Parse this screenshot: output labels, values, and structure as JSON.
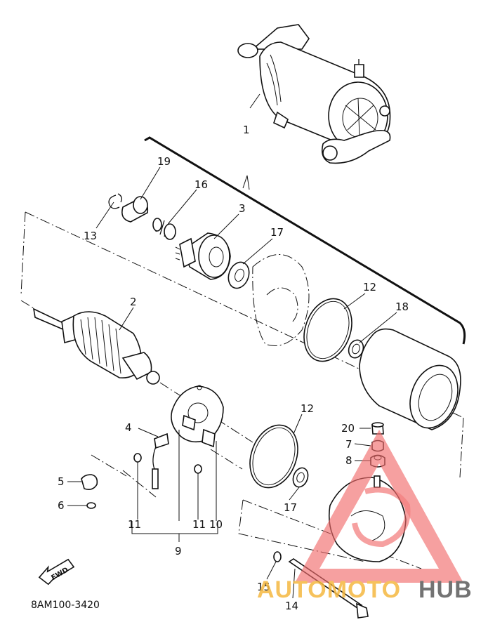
{
  "diagram": {
    "code": "8AM100-3420",
    "fwd_label": "FWD",
    "callouts": [
      {
        "id": "c1",
        "text": "1"
      },
      {
        "id": "c19",
        "text": "19"
      },
      {
        "id": "c16",
        "text": "16"
      },
      {
        "id": "c3",
        "text": "3"
      },
      {
        "id": "c13",
        "text": "13"
      },
      {
        "id": "c17a",
        "text": "17"
      },
      {
        "id": "c12a",
        "text": "12"
      },
      {
        "id": "c18",
        "text": "18"
      },
      {
        "id": "c2",
        "text": "2"
      },
      {
        "id": "c4",
        "text": "4"
      },
      {
        "id": "c12b",
        "text": "12"
      },
      {
        "id": "c20",
        "text": "20"
      },
      {
        "id": "c7",
        "text": "7"
      },
      {
        "id": "c8",
        "text": "8"
      },
      {
        "id": "c5",
        "text": "5"
      },
      {
        "id": "c6",
        "text": "6"
      },
      {
        "id": "c17b",
        "text": "17"
      },
      {
        "id": "c11a",
        "text": "11"
      },
      {
        "id": "c11b",
        "text": "11"
      },
      {
        "id": "c10",
        "text": "10"
      },
      {
        "id": "c9",
        "text": "9"
      },
      {
        "id": "c15",
        "text": "15"
      },
      {
        "id": "c14",
        "text": "14"
      }
    ]
  },
  "watermark": {
    "text_left": "AUTOMOTO",
    "text_right": "HUB",
    "color_triangle": "#f26b6b",
    "color_left": "#f5b840",
    "color_right": "#5b5b5b"
  }
}
